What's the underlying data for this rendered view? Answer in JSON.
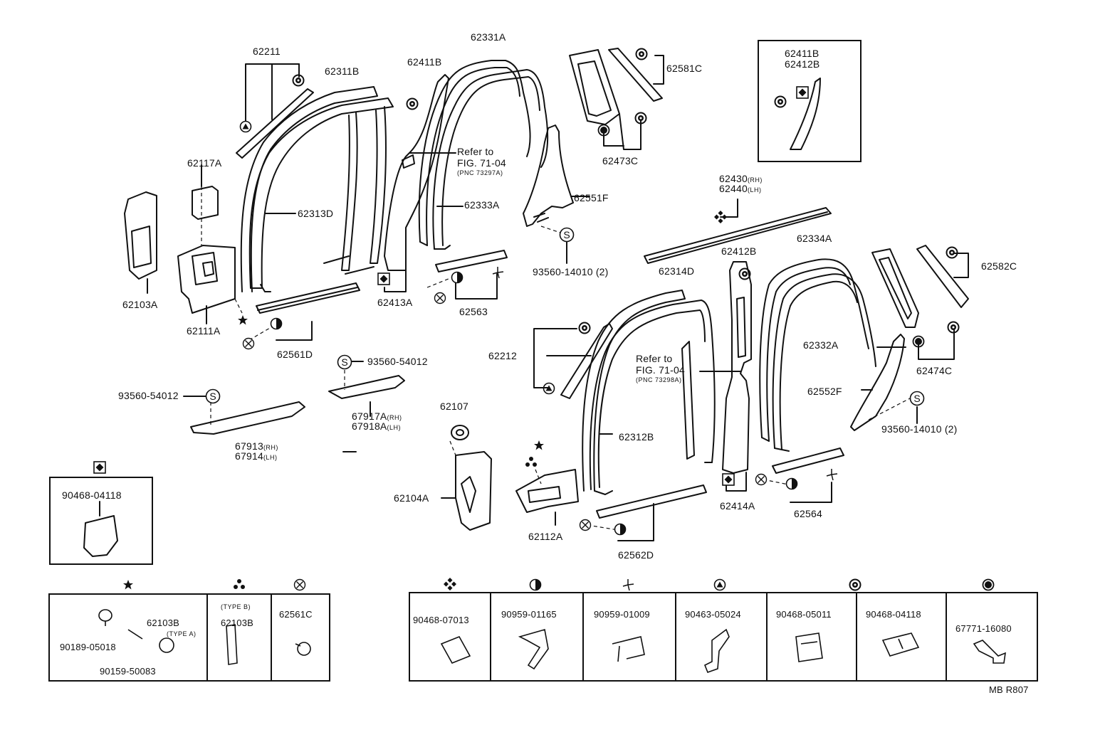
{
  "labels": {
    "p62211": "62211",
    "p62311B": "62311B",
    "p62331A": "62331A",
    "p62411B": "62411B",
    "p62581C": "62581C",
    "p62117A": "62117A",
    "p62313D": "62313D",
    "p62103A": "62103A",
    "p62111A": "62111A",
    "p62561D": "62561D",
    "refer1_a": "Refer to",
    "refer1_b": "FIG. 71-04",
    "refer1_c": "(PNC 73297A)",
    "p62333A": "62333A",
    "p62413A": "62413A",
    "p62563": "62563",
    "p62473C": "62473C",
    "p62551F": "62551F",
    "p93560_14010_a": "93560-14010 (2)",
    "p62430": "62430",
    "p62430_rh": "(RH)",
    "p62440": "62440",
    "p62440_lh": "(LH)",
    "p62334A": "62334A",
    "p62412B": "62412B",
    "p62314D": "62314D",
    "p62582C": "62582C",
    "p62212": "62212",
    "refer2_a": "Refer to",
    "refer2_b": "FIG. 71-04",
    "refer2_c": "(PNC 73298A)",
    "p62332A": "62332A",
    "p62474C": "62474C",
    "p62552F": "62552F",
    "p93560_14010_b": "93560-14010 (2)",
    "p93560_54012_a": "93560-54012",
    "p93560_54012_b": "93560-54012",
    "p67917A": "67917A",
    "p67917A_rh": "(RH)",
    "p67918A": "67918A",
    "p67918A_lh": "(LH)",
    "p67913": "67913",
    "p67913_rh": "(RH)",
    "p67914": "67914",
    "p67914_lh": "(LH)",
    "p62107": "62107",
    "p62104A": "62104A",
    "p62312B": "62312B",
    "p62112A": "62112A",
    "p62562D": "62562D",
    "p62414A": "62414A",
    "p62564": "62564",
    "inset_62411B": "62411B",
    "inset_62412B": "62412B",
    "box_90468_04118": "90468-04118",
    "code": "MB R807"
  },
  "legend_left": {
    "star_a": "90189-05018",
    "star_b": "62103B",
    "star_b_note": "(TYPE A)",
    "star_c": "90159-50083",
    "trefoil_note": "(TYPE B)",
    "trefoil_part": "62103B",
    "cross_part": "62561C"
  },
  "legend_right": [
    {
      "symbol": "quad-diamond-icon",
      "part": "90468-07013"
    },
    {
      "symbol": "half-circle-icon",
      "part": "90959-01165"
    },
    {
      "symbol": "pinwheel-icon",
      "part": "90959-01009"
    },
    {
      "symbol": "triangle-circle-icon",
      "part": "90463-05024"
    },
    {
      "symbol": "dot-circle-icon",
      "part": "90468-05011"
    },
    {
      "symbol": "dot-circle-icon",
      "part": "90468-04118"
    },
    {
      "symbol": "solid-circle-icon",
      "part": "67771-16080"
    }
  ]
}
